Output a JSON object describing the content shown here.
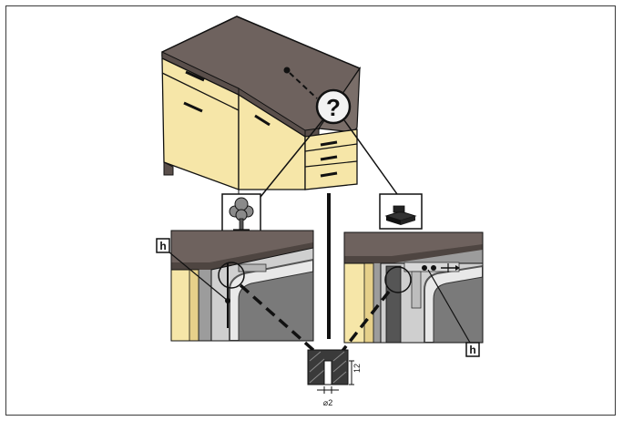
{
  "figure": {
    "question_mark": "?",
    "left_marker": "h",
    "right_marker": "h",
    "dimension_height": "12",
    "dimension_diameter": "⌀2",
    "icons": [
      "wood-icon",
      "screws-icon"
    ],
    "colors": {
      "worktop": "#6e625e",
      "cabinet_front": "#f6e6a8",
      "line": "#111111",
      "oven_frame": "#c8c8c8",
      "oven_window": "#777777"
    }
  }
}
